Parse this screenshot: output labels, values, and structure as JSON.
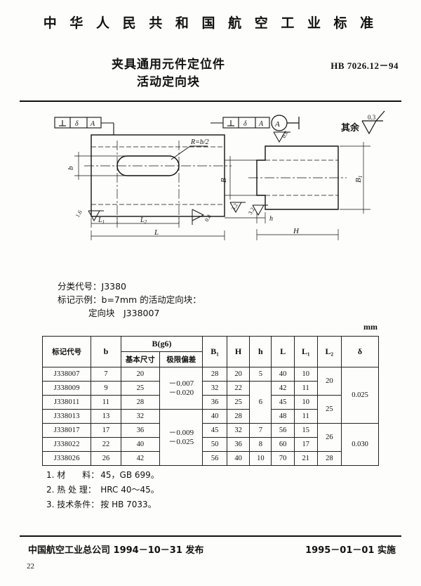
{
  "header": {
    "standard_org": "中 华 人 民 共 和 国 航 空 工 业 标 准",
    "title_line1": "夹具通用元件定位件",
    "title_line2": "活动定向块",
    "doc_code": "HB  7026.12－94"
  },
  "drawing": {
    "gdt_left": {
      "symbol": "⊥",
      "tolerance": "δ",
      "datum": "A"
    },
    "gdt_right": {
      "symbol": "⊥",
      "tolerance": "δ",
      "datum": "A"
    },
    "datum_label": "A",
    "slot_note": "R=b/2",
    "general_finish_label": "其余",
    "general_finish_value": "0.3",
    "dims_front": [
      "b",
      "L₁",
      "L₂",
      "L"
    ],
    "dims_side": [
      "B",
      "B₁",
      "h",
      "H"
    ],
    "roughness_marks": [
      "1.6",
      "0.8",
      "0.8",
      "3.2",
      "3.2"
    ]
  },
  "spec": {
    "class_code_label": "分类代号：",
    "class_code_value": "J3380",
    "example_label": "标记示例：",
    "example_value": "b=7mm 的活动定向块：",
    "example_designation": "定向块　J338007"
  },
  "table": {
    "unit": "mm",
    "headers": {
      "code": "标记代号",
      "b": "b",
      "B_group": "B(g6)",
      "B_basic": "基本尺寸",
      "B_tol": "极限偏差",
      "B1": "B₁",
      "H": "H",
      "h": "h",
      "L": "L",
      "L1": "L₁",
      "L2": "L₂",
      "delta": "δ"
    },
    "rows": [
      {
        "code": "J338007",
        "b": "7",
        "B": "20",
        "B1": "28",
        "H": "20",
        "L": "40",
        "L1": "10"
      },
      {
        "code": "J338009",
        "b": "9",
        "B": "25",
        "B1": "32",
        "H": "22",
        "L": "42",
        "L1": "11"
      },
      {
        "code": "J338011",
        "b": "11",
        "B": "28",
        "B1": "36",
        "H": "25",
        "L": "45",
        "L1": "10"
      },
      {
        "code": "J338013",
        "b": "13",
        "B": "32",
        "B1": "40",
        "H": "28",
        "L": "48",
        "L1": "11"
      },
      {
        "code": "J338017",
        "b": "17",
        "B": "36",
        "B1": "45",
        "H": "32",
        "L": "56",
        "L1": "15"
      },
      {
        "code": "J338022",
        "b": "22",
        "B": "40",
        "B1": "50",
        "H": "36",
        "L": "60",
        "L1": "17"
      },
      {
        "code": "J338026",
        "b": "26",
        "B": "42",
        "B1": "56",
        "H": "40",
        "L": "70",
        "L1": "21"
      }
    ],
    "tolerances": [
      {
        "upper": "－0.007",
        "lower": "－0.020",
        "rowspan": 3
      },
      {
        "upper": "－0.009",
        "lower": "－0.025",
        "rowspan": 4
      }
    ],
    "h_merged": [
      {
        "value": "5",
        "rowspan": 1
      },
      {
        "value": "6",
        "rowspan": 3
      },
      {
        "value": "7",
        "rowspan": 1
      },
      {
        "value": "8",
        "rowspan": 1
      },
      {
        "value": "10",
        "rowspan": 1
      }
    ],
    "L2_merged": [
      {
        "value": "20",
        "rowspan": 2
      },
      {
        "value": "25",
        "rowspan": 2
      },
      {
        "value": "26",
        "rowspan": 2
      },
      {
        "value": "28",
        "rowspan": 1
      }
    ],
    "delta_merged": [
      {
        "value": "0.025",
        "rowspan": 4
      },
      {
        "value": "0.030",
        "rowspan": 3
      }
    ]
  },
  "notes": [
    {
      "num": "1.",
      "key": "材　　料：",
      "value": "45，GB 699。"
    },
    {
      "num": "2.",
      "key": "热 处 理：",
      "value": "HRC 40～45。"
    },
    {
      "num": "3.",
      "key": "技术条件：",
      "value": "按 HB 7033。"
    }
  ],
  "footer": {
    "publisher": "中国航空工业总公司 1994－10－31 发布",
    "effective": "1995－01－01 实施",
    "page_number": "22"
  }
}
